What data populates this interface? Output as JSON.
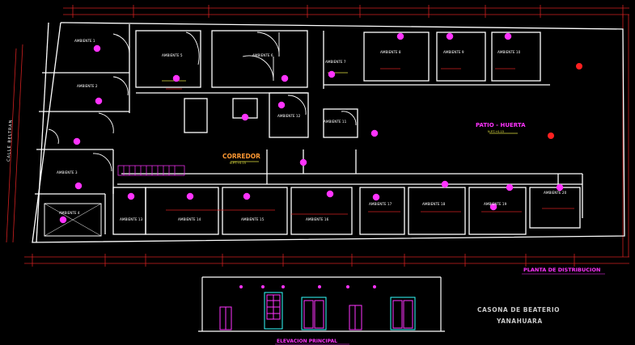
{
  "colors": {
    "background": "#000000",
    "walls": "#ffffff",
    "dimension": "#d02020",
    "text_white": "#ffffff",
    "text_yellow": "#e0e040",
    "text_magenta": "#ff33ff",
    "text_orange": "#ff9933",
    "text_gray": "#c8c8c8",
    "window": "#ffffff",
    "door_frame": "#33ffff",
    "marker": "#ff33ff",
    "red_marker": "#ff2020"
  },
  "drawing": {
    "street_label": "CALLE BELTRAN",
    "corridor_label": "CORREDOR",
    "corridor_level": "N.P.T.+0.15",
    "patio_label": "PATIO - HUERTA",
    "patio_level": "N.P.T.+0.15",
    "plan_title": "PLANTA DE DISTRIBUCION",
    "elevation_title": "ELEVACION PRINCIPAL",
    "project_title_line1": "CASONA DE BEATERIO",
    "project_title_line2": "YANAHUARA",
    "room_labels": {
      "r1": "AMBIENTE 1",
      "r2": "AMBIENTE 2",
      "r3": "AMBIENTE 3",
      "r4": "AMBIENTE 4",
      "r5": "AMBIENTE 5",
      "r6": "AMBIENTE 6",
      "r7": "AMBIENTE 7",
      "r8": "AMBIENTE 8",
      "r9": "AMBIENTE 9",
      "r10": "AMBIENTE 10",
      "r11": "AMBIENTE 11",
      "r12": "AMBIENTE 12",
      "r13": "AMBIENTE 13",
      "r14": "AMBIENTE 14",
      "r15": "AMBIENTE 15",
      "r16": "AMBIENTE 16",
      "r17": "AMBIENTE 17",
      "r18": "AMBIENTE 18",
      "r19": "AMBIENTE 19",
      "r20": "AMBIENTE 20"
    }
  }
}
